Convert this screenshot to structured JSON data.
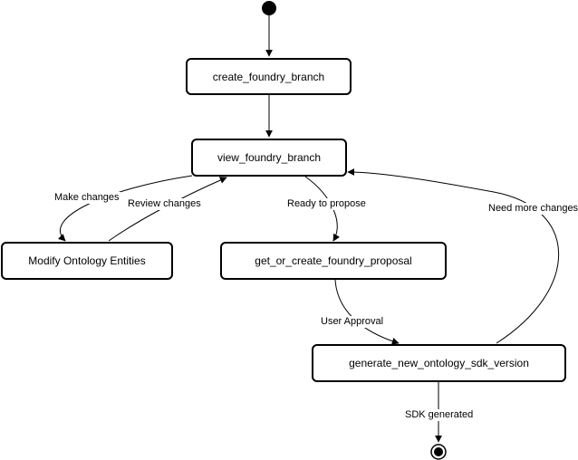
{
  "nodes": {
    "create_branch": "create_foundry_branch",
    "view_branch": "view_foundry_branch",
    "modify_entities": "Modify Ontology Entities",
    "proposal": "get_or_create_foundry_proposal",
    "sdk_version": "generate_new_ontology_sdk_version"
  },
  "edges": {
    "make_changes": "Make changes",
    "review_changes": "Review changes",
    "ready_to_propose": "Ready to propose",
    "need_more_changes": "Need more changes",
    "user_approval": "User Approval",
    "sdk_generated": "SDK generated"
  }
}
